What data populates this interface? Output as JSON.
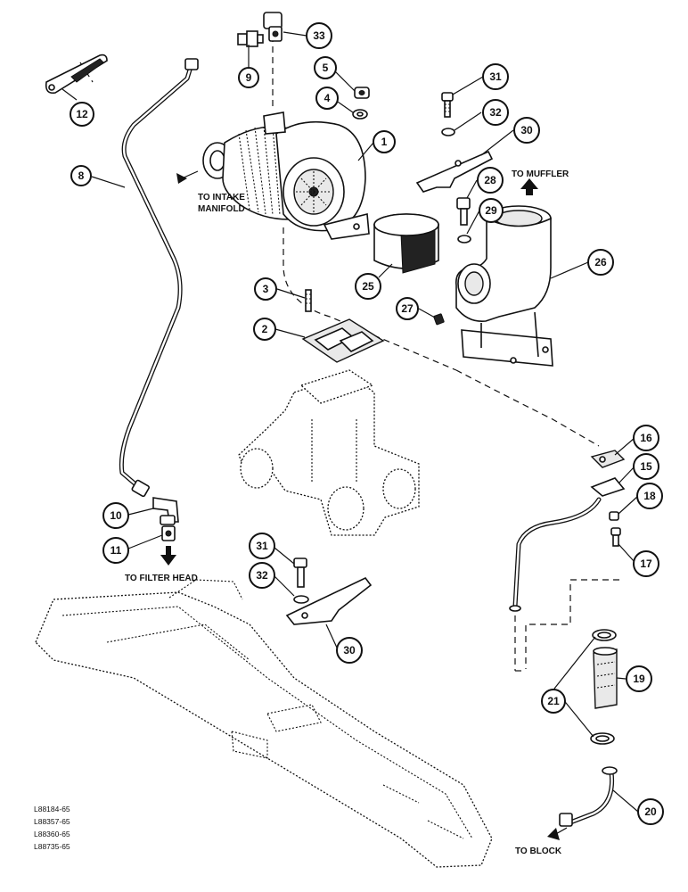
{
  "callouts": [
    "33",
    "9",
    "5",
    "4",
    "31",
    "32",
    "30",
    "12",
    "8",
    "1",
    "28",
    "29",
    "26",
    "25",
    "3",
    "27",
    "2",
    "16",
    "15",
    "18",
    "17",
    "10",
    "11",
    "31",
    "32",
    "30",
    "19",
    "21",
    "20"
  ],
  "labels": {
    "to_intake_line1": "TO INTAKE",
    "to_intake_line2": "MANIFOLD",
    "to_muffler": "TO MUFFLER",
    "to_filter_head": "TO FILTER HEAD",
    "to_block": "TO BLOCK"
  },
  "references": [
    "L88184-65",
    "L88357-65",
    "L88360-65",
    "L88735-65"
  ]
}
